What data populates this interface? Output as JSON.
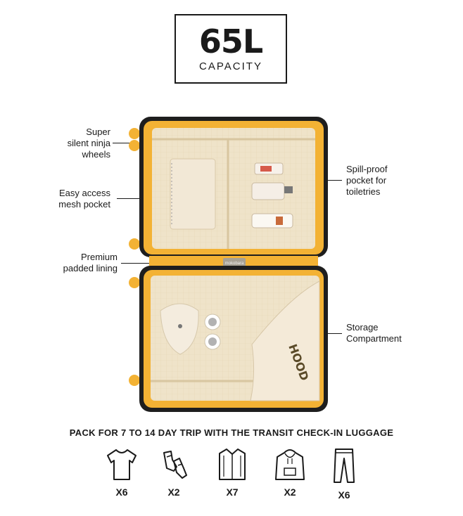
{
  "capacity": {
    "value": "65L",
    "label": "CAPACITY"
  },
  "callouts": {
    "wheels": "Super\nsilent ninja\nwheels",
    "mesh": "Easy access\nmesh pocket",
    "lining": "Premium\npadded lining",
    "spill": "Spill-proof\npocket for\ntoiletries",
    "storage": "Storage\nCompartment"
  },
  "brand_tag": "mokobara",
  "hoodie_print": "HOOD",
  "pack": {
    "title": "PACK FOR 7 TO 14 DAY TRIP WITH THE TRANSIT CHECK-IN LUGGAGE",
    "items": [
      {
        "icon": "tshirt-icon",
        "qty": "X6"
      },
      {
        "icon": "shoes-icon",
        "qty": "X2"
      },
      {
        "icon": "shirt-icon",
        "qty": "X7"
      },
      {
        "icon": "hoodie-icon",
        "qty": "X2"
      },
      {
        "icon": "trousers-icon",
        "qty": "X6"
      }
    ]
  },
  "colors": {
    "lining": "#f3b234",
    "shell": "#1e1e1e",
    "mesh": "#efe3c9"
  }
}
